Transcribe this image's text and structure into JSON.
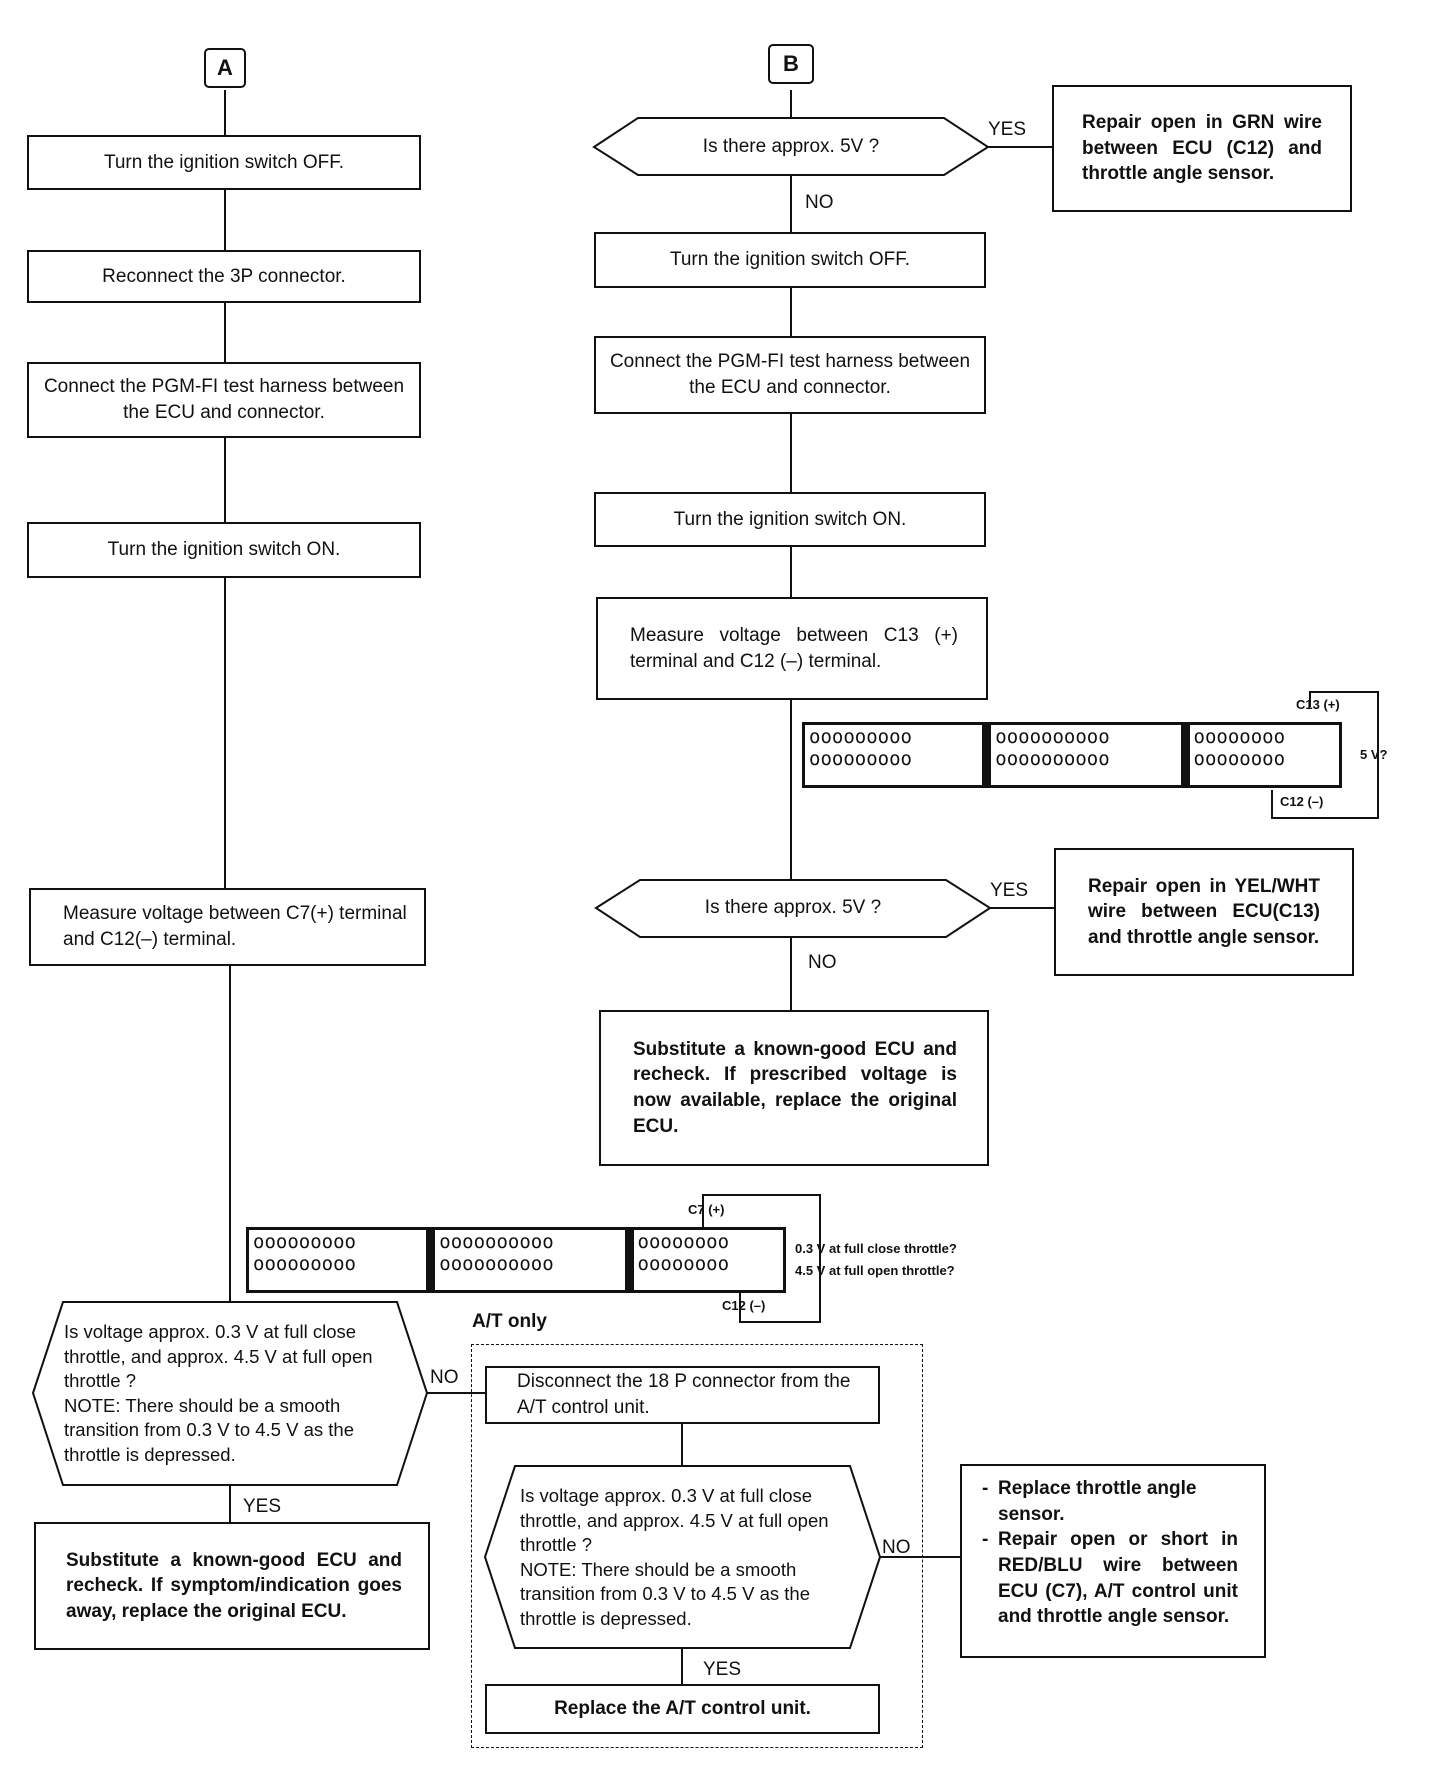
{
  "labels": {
    "a": "A",
    "b": "B",
    "yes": "YES",
    "no": "NO",
    "at_only": "A/T only"
  },
  "flow_a": {
    "step1": "Turn the ignition switch OFF.",
    "step2": "Reconnect the 3P connector.",
    "step3": "Connect the PGM-FI test harness between the ECU and connector.",
    "step4": "Turn the ignition switch ON.",
    "step5": "Measure voltage between C7(+) terminal and C12(–) terminal.",
    "decision": "Is voltage approx. 0.3 V at full close throttle, and approx. 4.5 V at full open throttle ?\nNOTE: There should be a smooth transition from 0.3 V to 4.5 V as the throttle is depressed.",
    "yes_result": "Substitute a known-good ECU and recheck. If symptom/indication goes away, replace the original ECU."
  },
  "flow_b": {
    "decision1": "Is there approx. 5V ?",
    "yes1_result": "Repair open in GRN wire between ECU (C12) and throttle angle sensor.",
    "step1": "Turn the ignition switch OFF.",
    "step2": "Connect the PGM-FI test harness between the ECU and connector.",
    "step3": "Turn the ignition switch ON.",
    "step4": "Measure voltage between C13 (+) terminal and C12 (–) terminal.",
    "decision2": "Is there approx. 5V ?",
    "yes2_result": "Repair open in YEL/WHT wire between ECU(C13) and throttle angle sensor.",
    "no2_result": "Substitute a known-good ECU and recheck. If prescribed voltage is now available, replace the original ECU."
  },
  "connector_b": {
    "row1": [
      "ooooooooo",
      "oooooooooo",
      "oooooooo"
    ],
    "row2": [
      "ooooooooo",
      "oooooooooo",
      "oooooooo"
    ],
    "plus_label": "C13 (+)",
    "minus_label": "C12 (–)",
    "voltage_label": "5 V?"
  },
  "connector_a": {
    "row1": [
      "ooooooooo",
      "oooooooooo",
      "oooooooo"
    ],
    "row2": [
      "ooooooooo",
      "oooooooooo",
      "oooooooo"
    ],
    "plus_label": "C7 (+)",
    "minus_label": "C12 (–)",
    "note1": "0.3 V at full close throttle?",
    "note2": "4.5 V at full open throttle?"
  },
  "at_branch": {
    "step1": "Disconnect the 18 P connector from the A/T control unit.",
    "decision": "Is voltage approx. 0.3 V at full close throttle, and approx. 4.5 V at full open throttle ?\nNOTE: There should be a smooth transition from 0.3 V to 4.5 V as the throttle is depressed.",
    "yes_result": "Replace the A/T control unit.",
    "no_result_1": "Replace throttle angle sensor.",
    "no_result_2": "Repair open or short in RED/BLU wire between ECU (C7), A/T control unit and throttle angle sensor."
  }
}
